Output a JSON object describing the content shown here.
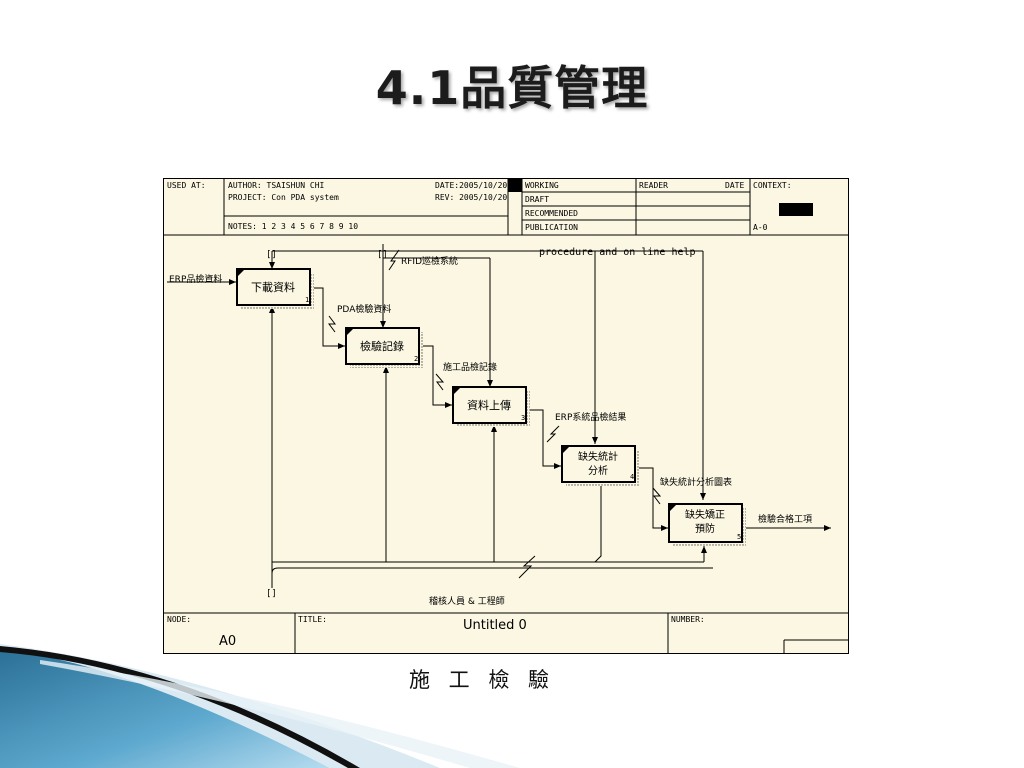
{
  "slide": {
    "title": "4.1品質管理",
    "caption": "施 工 檢 驗"
  },
  "header": {
    "used_at": "USED AT:",
    "author": "AUTHOR: TSAISHUN CHI",
    "project": "PROJECT: Con PDA system",
    "date": "DATE:2005/10/20",
    "rev": "REV:  2005/10/20",
    "notes": "NOTES:  1 2 3 4 5 6 7 8 9 10",
    "working": "WORKING",
    "draft": "DRAFT",
    "recommended": "RECOMMENDED",
    "publication": "PUBLICATION",
    "reader": "READER",
    "date2": "DATE",
    "context": "CONTEXT:",
    "node_ref": "A-0"
  },
  "boxes": [
    {
      "label": "下載資料",
      "num": "1"
    },
    {
      "label": "檢驗記錄",
      "num": "2"
    },
    {
      "label": "資料上傳",
      "num": "3"
    },
    {
      "label_line1": "缺失統計",
      "label_line2": "分析",
      "num": "4"
    },
    {
      "label_line1": "缺失矯正",
      "label_line2": "預防",
      "num": "5"
    }
  ],
  "arrows": {
    "input_erp": "ERP品檢資料",
    "pda_data": "PDA檢驗資料",
    "construction_record": "施工品檢記錄",
    "erp_result": "ERP系統品檢結果",
    "defect_chart": "缺失統計分析圖表",
    "output": "檢驗合格工項",
    "rfid": "RFID巡檢系統",
    "procedure": "procedure and on line help",
    "personnel": "稽核人員 & 工程師",
    "tunnel": "[]"
  },
  "footer": {
    "node_label": "NODE:",
    "node_value": "A0",
    "title_label": "TITLE:",
    "title_value": "Untitled 0",
    "number_label": "NUMBER:"
  }
}
